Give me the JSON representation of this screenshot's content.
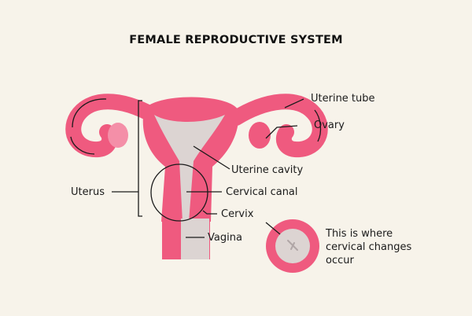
{
  "title": "FEMALE REPRODUCTIVE SYSTEM",
  "labels": {
    "uterine_tube": "Uterine tube",
    "ovary": "Ovary",
    "uterine_cavity": "Uterine cavity",
    "uterus": "Uterus",
    "cervical_canal": "Cervical canal",
    "cervix": "Cervix",
    "vagina": "Vagina"
  },
  "note": "This is where cervical changes occur",
  "colors": {
    "background": "#f7f3ea",
    "tissue": "#ef5a7f",
    "tissue_light": "#f48fa8",
    "cavity": "#dcd4d2",
    "line": "#1b1b1b"
  }
}
